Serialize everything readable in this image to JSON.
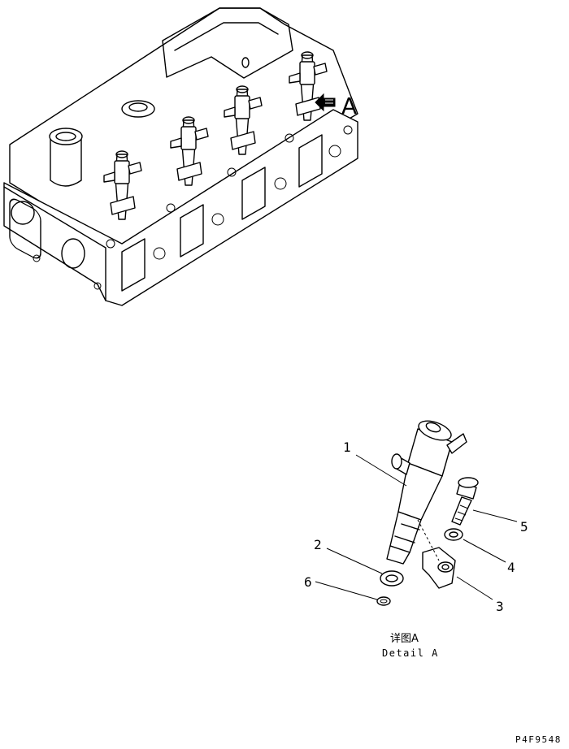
{
  "overview": {
    "view_label": "A"
  },
  "detail": {
    "callouts": [
      {
        "number": "1",
        "part": "injector"
      },
      {
        "number": "2",
        "part": "gasket"
      },
      {
        "number": "3",
        "part": "holder"
      },
      {
        "number": "4",
        "part": "washer"
      },
      {
        "number": "5",
        "part": "bolt"
      },
      {
        "number": "6",
        "part": "o-ring"
      }
    ],
    "caption_cn": "详图A",
    "caption_en": "Detail A"
  },
  "drawing_code": "P4F9548"
}
